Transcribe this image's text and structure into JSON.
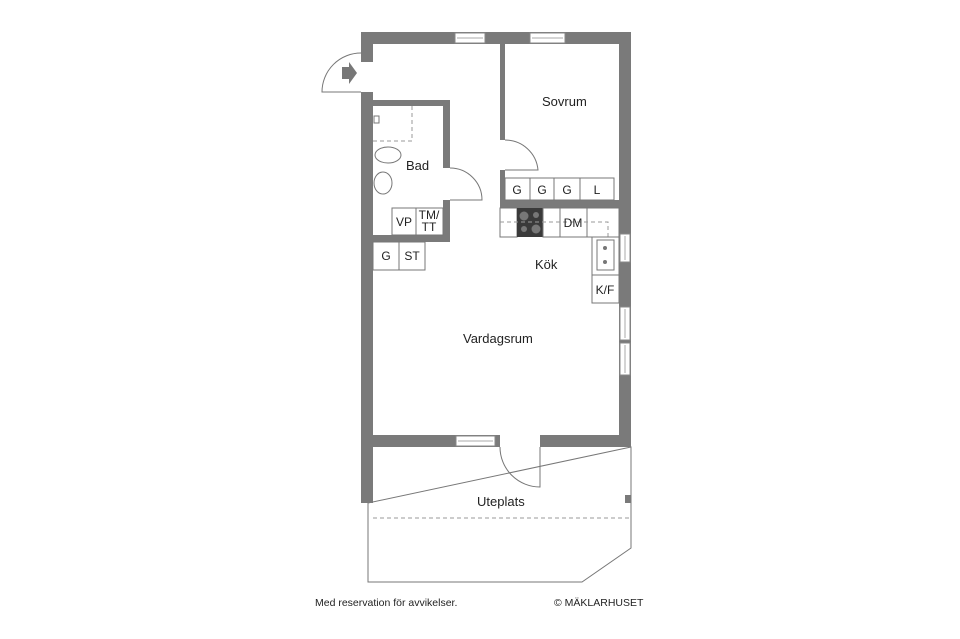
{
  "rooms": {
    "sovrum": "Sovrum",
    "bad": "Bad",
    "kok": "Kök",
    "vardagsrum": "Vardagsrum",
    "uteplats": "Uteplats"
  },
  "fixtures": {
    "wardrobe_1": "G",
    "wardrobe_2": "G",
    "wardrobe_3": "G",
    "linen": "L",
    "dishwasher": "DM",
    "fridge_freezer": "K/F",
    "water_heater": "VP",
    "washer_dryer_line1": "TM/",
    "washer_dryer_line2": "TT",
    "hall_wardrobe": "G",
    "hall_storage": "ST"
  },
  "footer": {
    "disclaimer": "Med reservation för avvikelser.",
    "copyright": "© MÄKLARHUSET"
  },
  "colors": {
    "wall": "#7a7a7a",
    "stove": "#3a3a3a"
  }
}
